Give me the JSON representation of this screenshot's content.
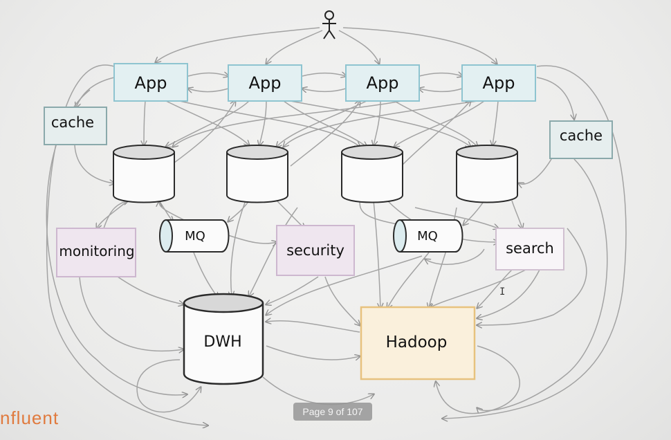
{
  "diagram": {
    "apps": [
      "App",
      "App",
      "App",
      "App"
    ],
    "caches": [
      "cache",
      "cache"
    ],
    "mq": [
      "MQ",
      "MQ"
    ],
    "monitoring": "monitoring",
    "security": "security",
    "search": "search",
    "dwh": "DWH",
    "hadoop": "Hadoop"
  },
  "viewer": {
    "page_indicator": "Page 9 of 107"
  },
  "brand": {
    "partial_logo_text": "nfluent",
    "color": "#e07a3e"
  },
  "colors": {
    "app_fill": "#e3f0f2",
    "app_stroke": "#8ec4d0",
    "cache_fill": "#e6eeee",
    "cache_stroke": "#8aa9ab",
    "monitoring_fill": "#efe6ef",
    "monitoring_stroke": "#cdb7cf",
    "search_fill": "#f8f5f8",
    "search_stroke": "#d0c0d0",
    "hadoop_fill": "#faf0dc",
    "hadoop_stroke": "#e7c27e",
    "line": "#9c9c9c"
  },
  "icons": {
    "user": "stick-figure-user-icon",
    "cursor": "text-cursor-icon"
  }
}
